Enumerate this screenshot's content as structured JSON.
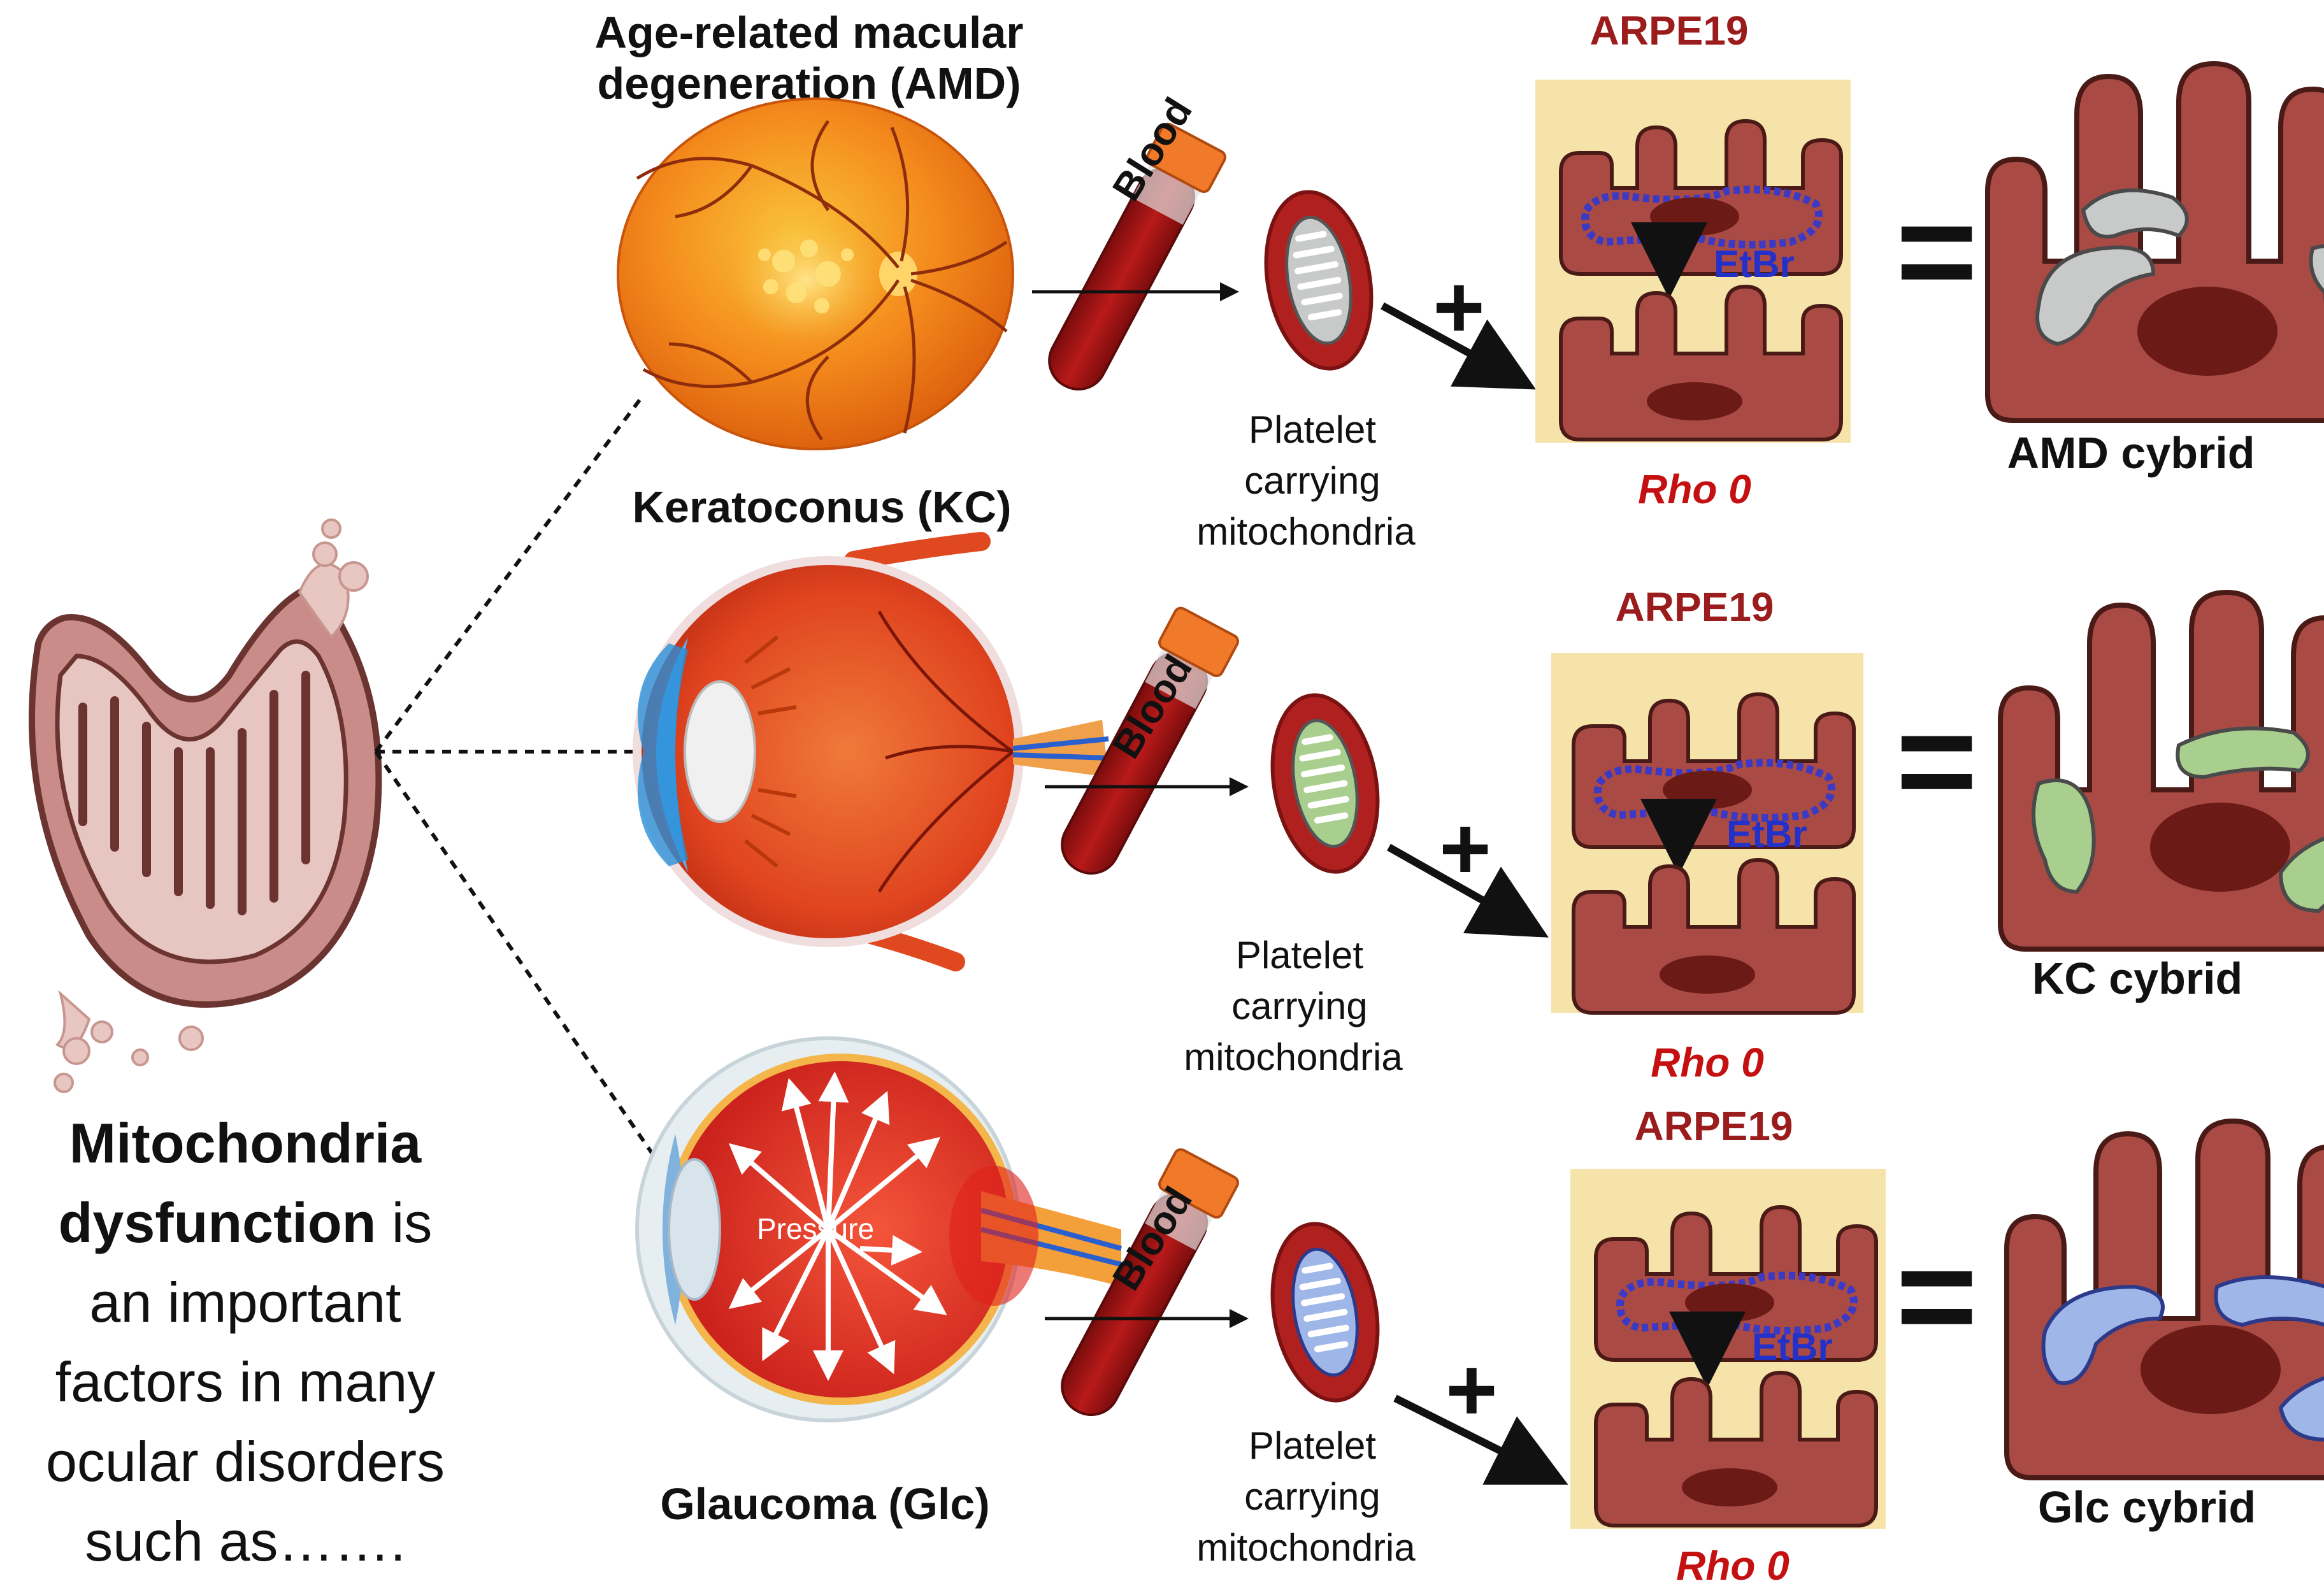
{
  "intro": {
    "line1": "Mitochondria",
    "line2_bold": "dysfunction",
    "line2_rest": " is",
    "line3": "an important",
    "line4": "factors in many",
    "line5": "ocular disorders",
    "line6": "such as……."
  },
  "diseases": [
    {
      "title_line1": "Age-related macular",
      "title_line2": "degeneration (AMD)",
      "cybrid": "AMD cybrid",
      "mito_color": "#c8cac9"
    },
    {
      "title": "Keratoconus (KC)",
      "cybrid": "KC cybrid",
      "mito_color": "#a9cf8e"
    },
    {
      "title": "Glaucoma (Glc)",
      "cybrid": "Glc cybrid",
      "mito_color": "#9fb6e8",
      "pressure_label": "Pressure"
    }
  ],
  "common": {
    "blood": "Blood",
    "platelet_line1": "Platelet",
    "platelet_line2": "carrying",
    "platelet_line3": "mitochondria",
    "cell_line": "ARPE19",
    "treatment": "EtBr",
    "rho": "Rho 0",
    "plus": "+",
    "equals": "="
  }
}
